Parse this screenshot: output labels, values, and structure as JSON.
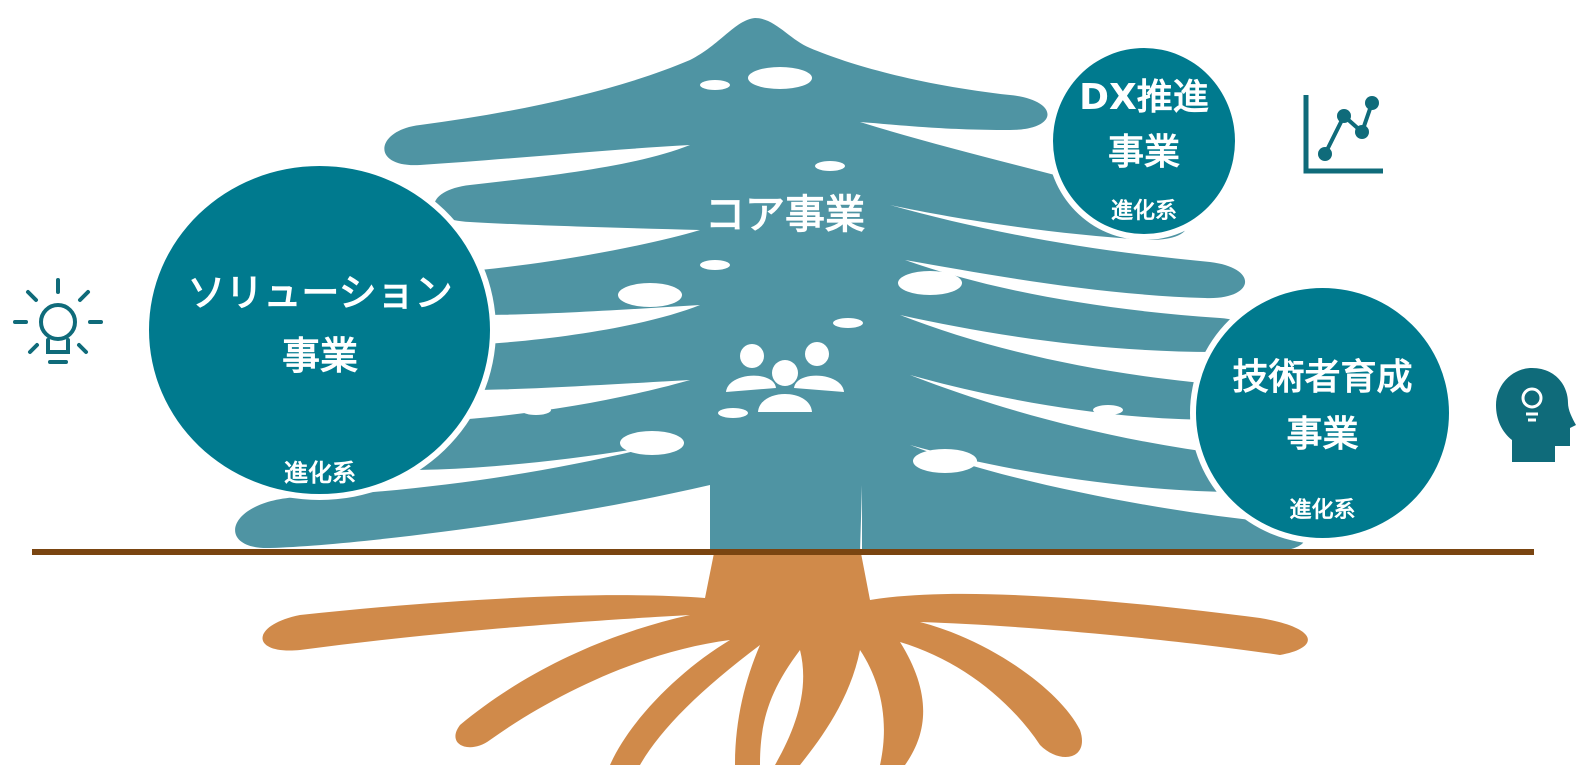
{
  "core": {
    "title": "コア事業",
    "icon": "people-group-icon"
  },
  "branches": {
    "solution": {
      "line1": "ソリューション",
      "line2": "事業",
      "tag": "進化系",
      "icon": "lightbulb-icon"
    },
    "dx": {
      "line1": "DX推進",
      "line2": "事業",
      "tag": "進化系",
      "icon": "line-chart-icon"
    },
    "engineer": {
      "line1": "技術者育成",
      "line2": "事業",
      "tag": "進化系",
      "icon": "head-lightbulb-icon"
    }
  },
  "colors": {
    "tree": "#4f94a3",
    "bubble": "#007a8e",
    "roots": "#d08a4a",
    "ground": "#7a4511",
    "icon": "#0f6b7a",
    "text": "#ffffff"
  }
}
